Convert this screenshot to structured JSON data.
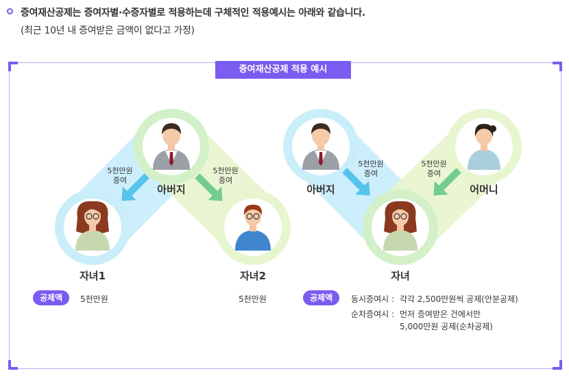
{
  "intro": {
    "line1": "증여재산공제는 증여자별·수증자별로 적용하는데 구체적인 적용예시는 아래와 같습니다.",
    "line2": "(최근 10년 내 증여받은 금액이 없다고 가정)"
  },
  "panel": {
    "title": "증여재산공제 적용 예시"
  },
  "example1": {
    "father_label": "아버지",
    "child1_label": "자녀1",
    "child2_label": "자녀2",
    "gift_left": [
      "5천만원",
      "증여"
    ],
    "gift_right": [
      "5천만원",
      "증여"
    ],
    "badge": "공제액",
    "child1_deduction": "5천만원",
    "child2_deduction": "5천만원"
  },
  "example2": {
    "father_label": "아버지",
    "mother_label": "어머니",
    "child_label": "자녀",
    "gift_left": [
      "5천만원",
      "증여"
    ],
    "gift_right": [
      "5천만원",
      "증여"
    ],
    "badge": "공제액",
    "simultaneous_label": "동시증여시 :",
    "simultaneous_text": "각각 2,500만원씩 공제(안분공제)",
    "sequential_label": "순차증여시 :",
    "sequential_text_1": "먼저 증여받은 건에서만",
    "sequential_text_2": "5,000만원 공제(순차공제)"
  },
  "colors": {
    "accent": "#7a5cf0",
    "band_blue": "#cdeefb",
    "band_green": "#e8f6cf",
    "ring_blue": "#c9eef9",
    "ring_green": "#d3f0c8",
    "arrow_blue": "#55c4ea",
    "arrow_green": "#74cc8f"
  }
}
